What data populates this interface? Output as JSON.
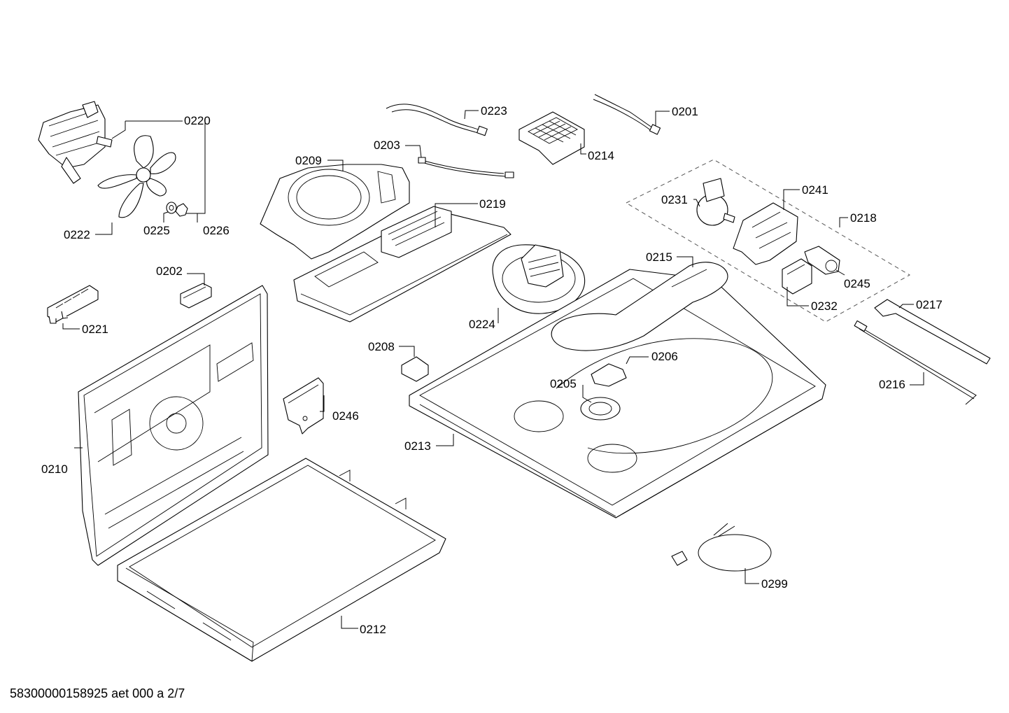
{
  "labels": {
    "p0201": "0201",
    "p0202": "0202",
    "p0203": "0203",
    "p0205": "0205",
    "p0206": "0206",
    "p0208": "0208",
    "p0209": "0209",
    "p0210": "0210",
    "p0212": "0212",
    "p0213": "0213",
    "p0214": "0214",
    "p0215": "0215",
    "p0216": "0216",
    "p0217": "0217",
    "p0218": "0218",
    "p0219": "0219",
    "p0220": "0220",
    "p0221": "0221",
    "p0222": "0222",
    "p0223": "0223",
    "p0224": "0224",
    "p0225": "0225",
    "p0226": "0226",
    "p0231": "0231",
    "p0232": "0232",
    "p0241": "0241",
    "p0245": "0245",
    "p0246": "0246",
    "p0299": "0299"
  },
  "footer": "58300000158925 aet 000 a 2/7"
}
